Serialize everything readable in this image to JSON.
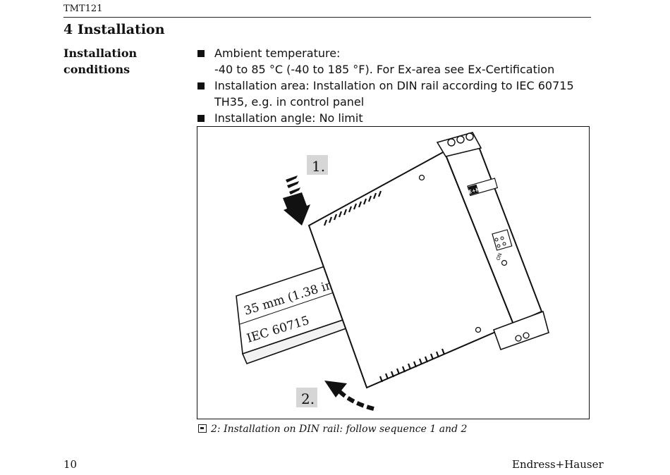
{
  "header": {
    "doc_id": "TMT121"
  },
  "chapter": {
    "title": "4  Installation"
  },
  "section": {
    "heading_line1": "Installation",
    "heading_line2": "conditions"
  },
  "conditions": [
    {
      "line1": "Ambient temperature:",
      "line2": "-40 to 85 °C (-40 to 185 °F). For Ex-area see Ex-Certification"
    },
    {
      "line1": "Installation area: Installation on DIN rail according to IEC 60715",
      "line2": "TH35, e.g. in control panel"
    },
    {
      "line1": "Installation angle: No limit",
      "line2": ""
    }
  ],
  "figure": {
    "step1_label": "1.",
    "step2_label": "2.",
    "rail_dimension": "35 mm (1.38 in)",
    "rail_standard": "IEC 60715",
    "device_logo": "E+H",
    "device_led_label": "ON"
  },
  "caption": {
    "text": "2: Installation on DIN rail: follow sequence 1 and 2"
  },
  "footer": {
    "page_number": "10",
    "brand": "Endress+Hauser"
  }
}
